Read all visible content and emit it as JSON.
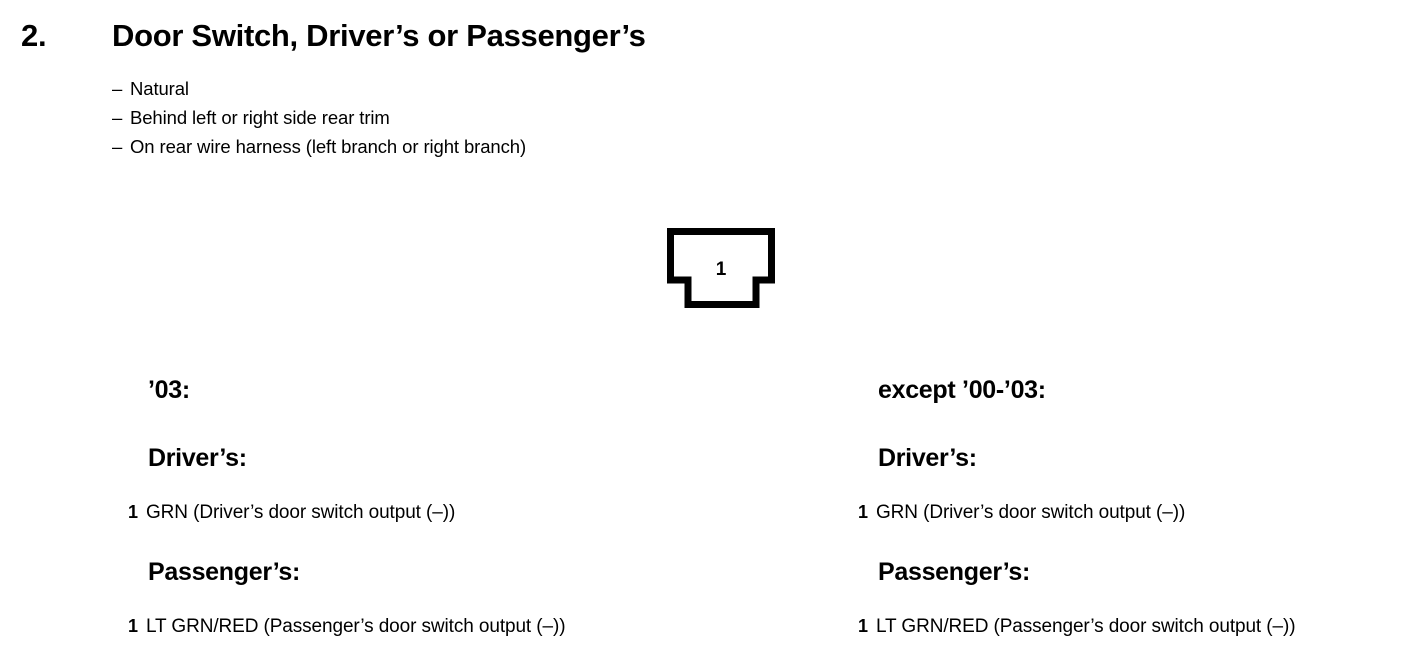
{
  "header": {
    "number": "2.",
    "title": "Door Switch, Driver’s or Passenger’s"
  },
  "notes": [
    {
      "dash": "–",
      "text": "Natural"
    },
    {
      "dash": "–",
      "text": "Behind left or right side rear trim"
    },
    {
      "dash": "–",
      "text": "On rear wire harness (left branch or right branch)"
    }
  ],
  "connector": {
    "shape": "t-shaped-connector",
    "pin_label": "1",
    "outline_color": "#000000",
    "fill_color": "#ffffff"
  },
  "columns": [
    {
      "variant": "’03:",
      "sections": [
        {
          "side": "Driver’s:",
          "pin_number": "1",
          "pin_desc": "GRN (Driver’s door switch output (–))"
        },
        {
          "side": "Passenger’s:",
          "pin_number": "1",
          "pin_desc": "LT GRN/RED (Passenger’s door switch output (–))"
        }
      ]
    },
    {
      "variant": "except ’00-’03:",
      "sections": [
        {
          "side": "Driver’s:",
          "pin_number": "1",
          "pin_desc": "GRN (Driver’s door switch output (–))"
        },
        {
          "side": "Passenger’s:",
          "pin_number": "1",
          "pin_desc": "LT GRN/RED (Passenger’s door switch output (–))"
        }
      ]
    }
  ]
}
